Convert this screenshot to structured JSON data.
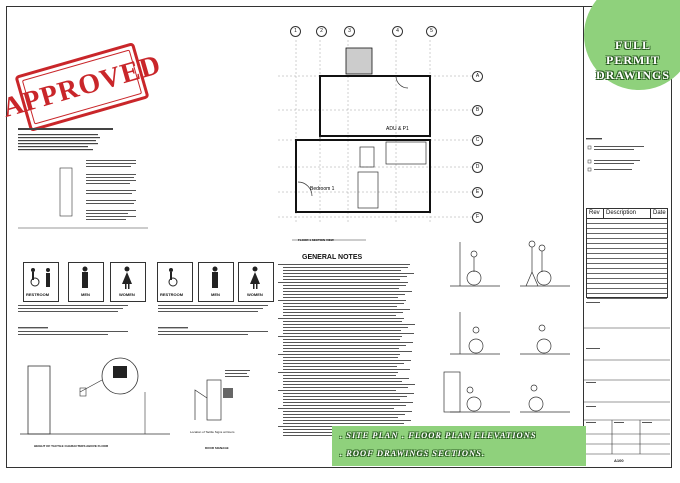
{
  "stamp": {
    "text": "APPROVED"
  },
  "banner": {
    "title_line1": "FULL PERMIT",
    "title_line2": "DRAWINGS"
  },
  "services": {
    "row1": [
      ". SITE PLAN",
      ". FLOOR PLAN",
      ". ELEVATIONS"
    ],
    "row2": [
      ". ROOF DRAWINGS",
      ". SECTIONS",
      "."
    ]
  },
  "notes": {
    "title": "GENERAL NOTES"
  },
  "floorplan": {
    "room1": "Bedroom 1",
    "room2": "ADU & P1",
    "grid_cols": [
      "1",
      "2",
      "3",
      "4",
      "5"
    ],
    "grid_rows": [
      "A",
      "B",
      "C",
      "D",
      "E",
      "F"
    ],
    "caption": "FLOOR 1 SECTION VIEW"
  },
  "signs": {
    "labels": [
      "RESTROOM",
      "MEN",
      "WOMEN",
      "RESTROOM",
      "MEN",
      "WOMEN"
    ]
  },
  "revision_table": {
    "col_rev": "Rev",
    "col_desc": "Description",
    "col_date": "Date"
  },
  "titleblock": {
    "sheet": "A100"
  },
  "captions": {
    "tactile": "HEIGHT OF TACTILE CHARACTERS ABOVE FLOOR",
    "location": "Location of Tactile Signs at Doors",
    "door": "DOOR SIGNAGE"
  },
  "colors": {
    "stamp": "#c9262a",
    "banner_green": "#8fd17c"
  }
}
